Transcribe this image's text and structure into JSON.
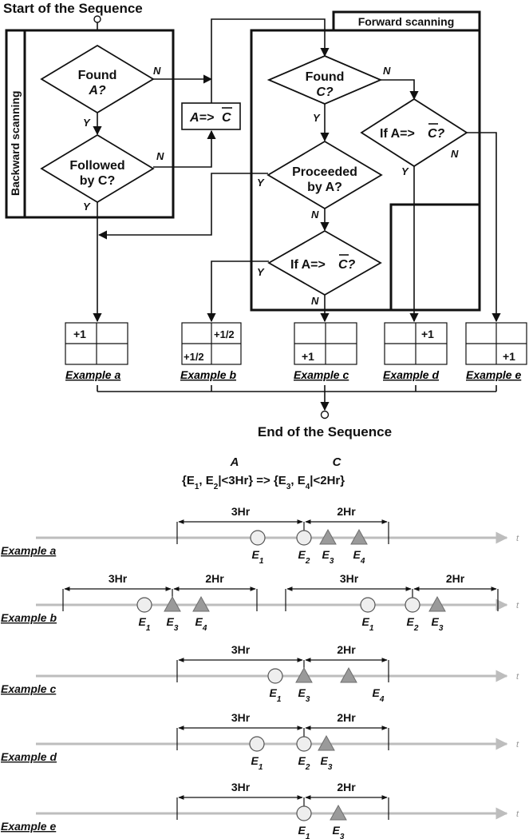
{
  "flowchart": {
    "start_label": "Start of the Sequence",
    "end_label": "End of the Sequence",
    "backward_label": "Backward scanning",
    "forward_label": "Forward scanning",
    "found_a": [
      "Found",
      "A?"
    ],
    "followed_by_c": [
      "Followed",
      "by C?"
    ],
    "found_c": [
      "Found",
      "C?"
    ],
    "proceeded_by_a": [
      "Proceeded",
      "by A?"
    ],
    "if_a_not_c": [
      "If A=>",
      "C?"
    ],
    "box_a_not_c": "A=>",
    "box_a_not_c_bar": "C",
    "yes": "Y",
    "no": "N",
    "plus_one": "+1",
    "plus_half": "+1/2",
    "examples": [
      "Example a",
      "Example b",
      "Example c",
      "Example d",
      "Example e"
    ]
  },
  "rule": {
    "antecedent_label": "A",
    "consequent_label": "C",
    "text_left": "{E",
    "text_mid": "|<3Hr} => {E",
    "text_right": "|<2Hr}",
    "e1": "1",
    "e2": "2",
    "e3": "3",
    "e4": "4"
  },
  "timeline": {
    "window_a": "3Hr",
    "window_c": "2Hr",
    "axis_label": "t",
    "event_letter": "E"
  }
}
